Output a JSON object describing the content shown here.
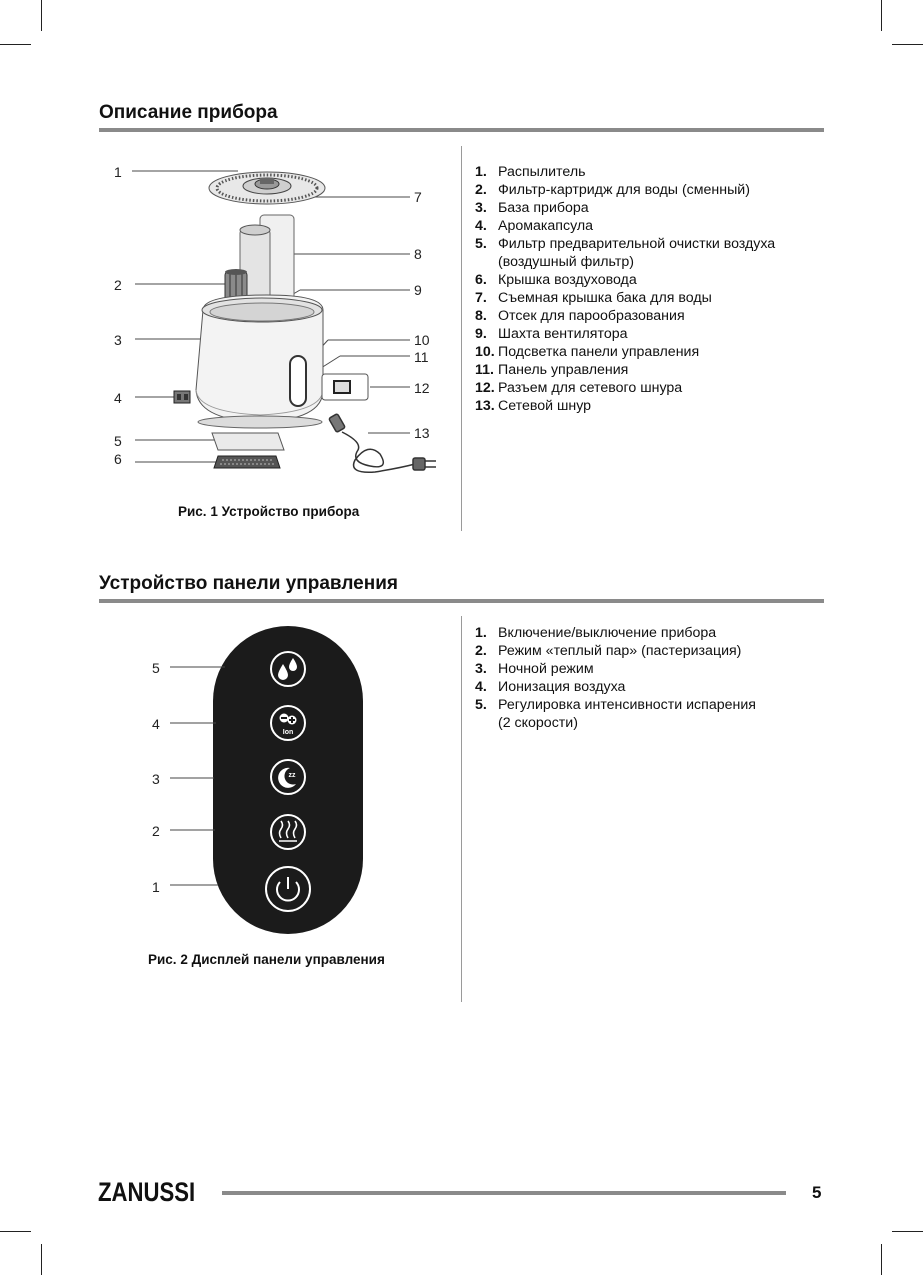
{
  "section1": {
    "title": "Описание прибора",
    "figure_caption": "Рис. 1 Устройство прибора",
    "callouts": [
      "1",
      "2",
      "3",
      "4",
      "5",
      "6",
      "7",
      "8",
      "9",
      "10",
      "11",
      "12",
      "13"
    ],
    "parts": [
      {
        "num": "1.",
        "text": "Распылитель"
      },
      {
        "num": "2.",
        "text": "Фильтр-картридж для воды (сменный)"
      },
      {
        "num": "3.",
        "text": "База прибора"
      },
      {
        "num": "4.",
        "text": "Аромакапсула"
      },
      {
        "num": "5.",
        "text": "Фильтр предварительной очистки воздуха",
        "cont": "(воздушный фильтр)"
      },
      {
        "num": "6.",
        "text": "Крышка воздуховода"
      },
      {
        "num": "7.",
        "text": "Съемная крышка бака для воды"
      },
      {
        "num": "8.",
        "text": "Отсек для парообразования"
      },
      {
        "num": "9.",
        "text": "Шахта вентилятора"
      },
      {
        "num": "10.",
        "text": "Подсветка панели управления"
      },
      {
        "num": "11.",
        "text": "Панель управления"
      },
      {
        "num": "12.",
        "text": "Разъем для сетевого шнура"
      },
      {
        "num": "13.",
        "text": "Сетевой шнур"
      }
    ]
  },
  "section2": {
    "title": "Устройство панели управления",
    "figure_caption": "Рис. 2  Дисплей панели управления",
    "callouts": [
      "5",
      "4",
      "3",
      "2",
      "1"
    ],
    "buttons": [
      {
        "icon": "water-drops-icon"
      },
      {
        "icon": "ionization-icon",
        "label": "Ion"
      },
      {
        "icon": "night-mode-icon",
        "label": "zz"
      },
      {
        "icon": "warm-steam-icon"
      },
      {
        "icon": "power-icon"
      }
    ],
    "items": [
      {
        "num": "1.",
        "text": "Включение/выключение прибора"
      },
      {
        "num": "2.",
        "text": "Режим «теплый пар» (пастеризация)"
      },
      {
        "num": "3.",
        "text": "Ночной режим"
      },
      {
        "num": "4.",
        "text": "Ионизация воздуха"
      },
      {
        "num": "5.",
        "text": "Регулировка интенсивности испарения",
        "cont": "(2 скорости)"
      }
    ]
  },
  "footer": {
    "brand": "ZANUSSI",
    "page_number": "5"
  },
  "colors": {
    "rule": "#8a8a8a",
    "panel": "#1b1b1b",
    "text": "#111111"
  }
}
